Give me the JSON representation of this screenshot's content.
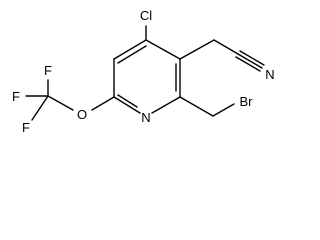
{
  "molecule": {
    "atoms": {
      "cl": "Cl",
      "n_ring": "N",
      "n_nitrile": "N",
      "br": "Br",
      "o": "O",
      "f_top": "F",
      "f_left": "F",
      "f_bottom": "F"
    }
  }
}
